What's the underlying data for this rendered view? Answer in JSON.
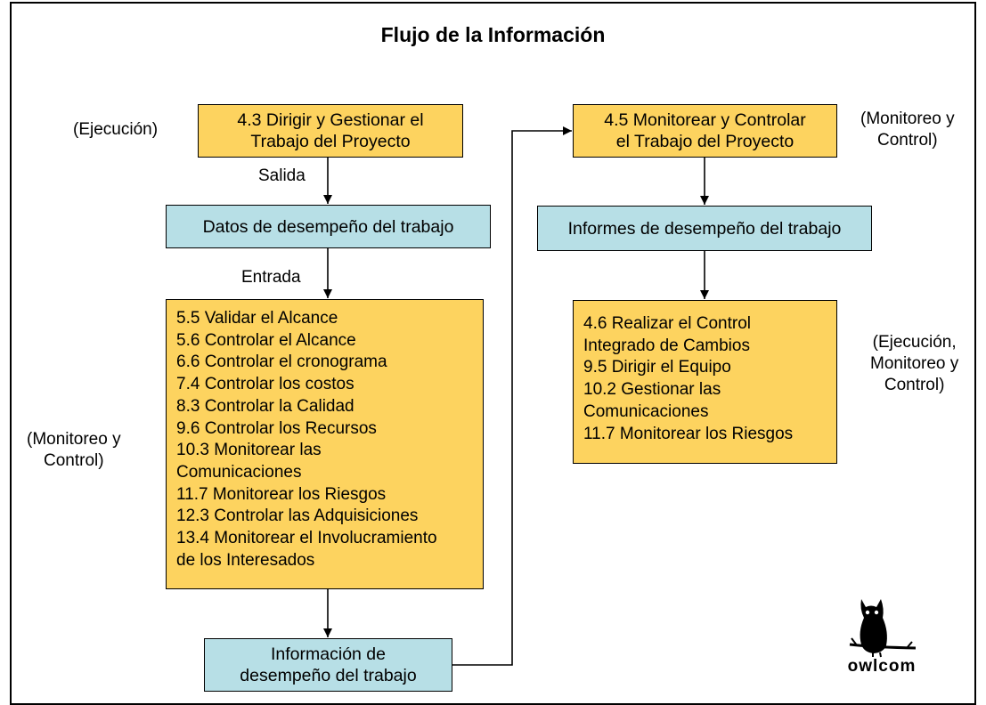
{
  "title": "Flujo de la Información",
  "boxes": {
    "p43": [
      "4.3 Dirigir y Gestionar el",
      "Trabajo del Proyecto"
    ],
    "datos": "Datos de desempeño del trabajo",
    "monitoring_list": [
      "5.5 Validar el Alcance",
      "5.6 Controlar el Alcance",
      "6.6 Controlar el cronograma",
      "7.4 Controlar los costos",
      "8.3 Controlar la Calidad",
      "9.6 Controlar los Recursos",
      "10.3 Monitorear las",
      "Comunicaciones",
      "11.7 Monitorear los Riesgos",
      "12.3 Controlar las Adquisiciones",
      "13.4 Monitorear el Involucramiento",
      "de los Interesados"
    ],
    "info": [
      "Información de",
      "desempeño del trabajo"
    ],
    "p45": [
      "4.5 Monitorear y Controlar",
      "el Trabajo del Proyecto"
    ],
    "informes": "Informes de desempeño del trabajo",
    "exec_list": [
      "4.6 Realizar el Control",
      "Integrado de Cambios",
      "9.5 Dirigir el Equipo",
      "10.2 Gestionar las",
      "Comunicaciones",
      "11.7 Monitorear los Riesgos"
    ]
  },
  "labels": {
    "ejecucion": "(Ejecución)",
    "salida": "Salida",
    "entrada": "Entrada",
    "monitoreo_left": [
      "(Monitoreo y",
      "Control)"
    ],
    "monitoreo_right": [
      "(Monitoreo y",
      "Control)"
    ],
    "ejecucion_monitoreo": [
      "(Ejecución,",
      "Monitoreo y",
      "Control)"
    ]
  },
  "logo": {
    "brand": "owlcom"
  },
  "colors": {
    "process_box": "#fdd35f",
    "data_box": "#b7dfe6",
    "line": "#000000"
  }
}
